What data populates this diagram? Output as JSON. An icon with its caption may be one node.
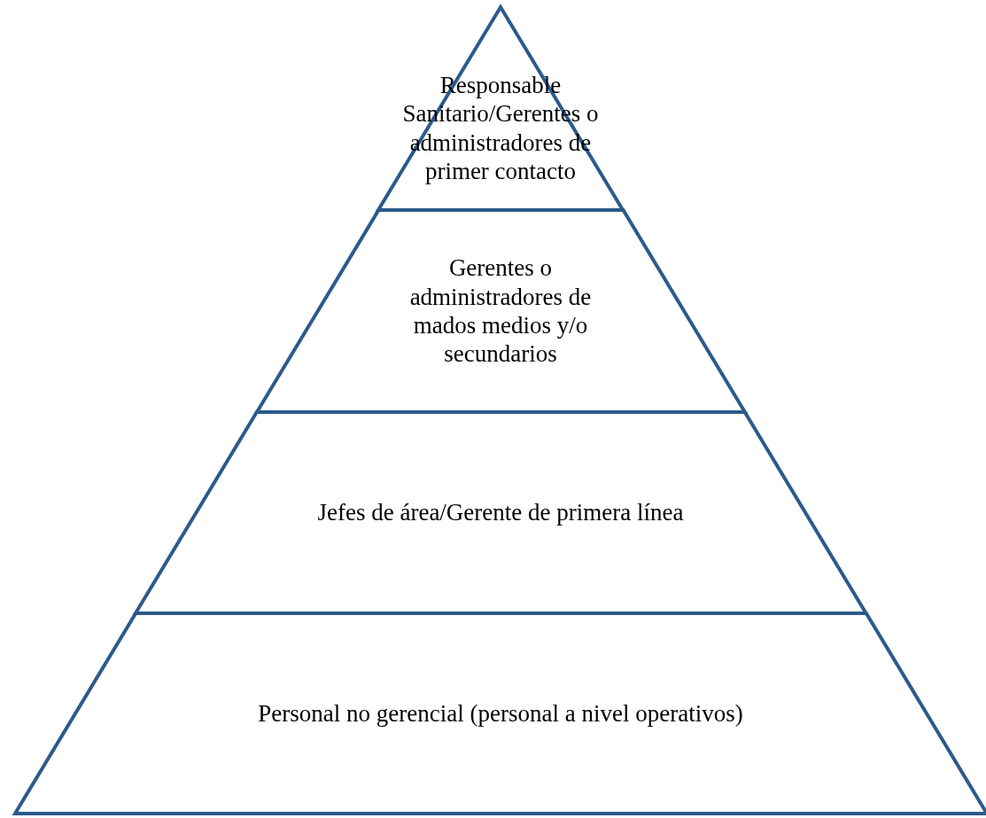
{
  "diagram": {
    "nodes": [
      {
        "text": [
          "Responsable Sanitario/Gerentes o administradores de primer contacto"
        ]
      },
      {
        "text": [
          "Gerentes o administradores de mados medios y/o secundarios"
        ]
      },
      {
        "text": [
          "Jefes de área/Gerente de primera línea"
        ]
      },
      {
        "text": [
          "Personal no gerencial (personal a nivel operativos)"
        ]
      }
    ]
  }
}
